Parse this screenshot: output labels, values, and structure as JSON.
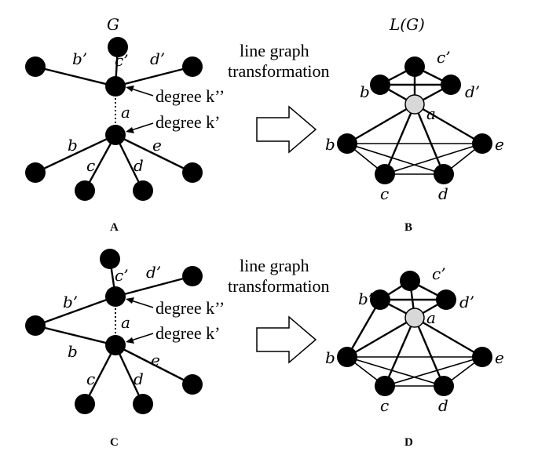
{
  "titles": {
    "g": "G",
    "lg": "L(G)"
  },
  "transform_text": {
    "line1": "line graph",
    "line2": "transformation"
  },
  "degree": {
    "k2": "degree k’’",
    "k1": "degree k’"
  },
  "edge_labels": {
    "a": "a",
    "b": "b",
    "c": "c",
    "d": "d",
    "e": "e",
    "b2": "b’",
    "c2": "c’",
    "d2": "d’"
  },
  "panels": {
    "A": "A",
    "B": "B",
    "C": "C",
    "D": "D"
  }
}
